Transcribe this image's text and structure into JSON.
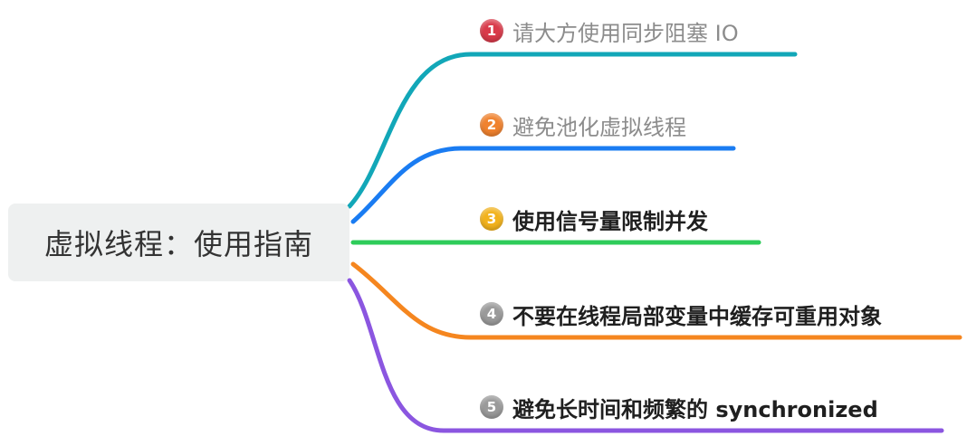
{
  "root": {
    "label": "虚拟线程：使用指南"
  },
  "branches": [
    {
      "number": "1",
      "label": "请大方使用同步阻塞 IO",
      "line_color": "#12a7b8",
      "badge_color": "#d93a4a",
      "bold": false
    },
    {
      "number": "2",
      "label": "避免池化虚拟线程",
      "line_color": "#1a7cf2",
      "badge_color": "#f0822e",
      "bold": false
    },
    {
      "number": "3",
      "label": "使用信号量限制并发",
      "line_color": "#2ecc5a",
      "badge_color": "#f2b21c",
      "bold": true
    },
    {
      "number": "4",
      "label": "不要在线程局部变量中缓存可重用对象",
      "line_color": "#f5861f",
      "badge_color": "#9a9a9a",
      "bold": true
    },
    {
      "number": "5",
      "label": "避免长时间和频繁的 synchronized",
      "line_color": "#8b56e0",
      "badge_color": "#9a9a9a",
      "bold": true
    }
  ]
}
